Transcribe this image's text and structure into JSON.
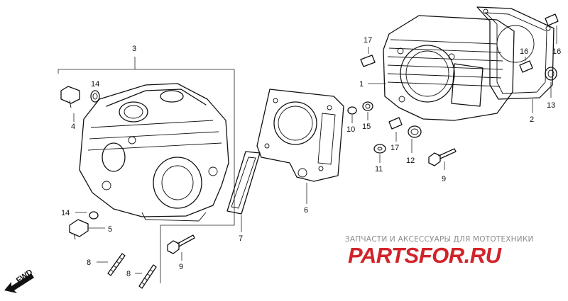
{
  "callouts": {
    "c1": "1",
    "c2": "2",
    "c3": "3",
    "c4": "4",
    "c5": "5",
    "c6": "6",
    "c7": "7",
    "c8a": "8",
    "c8b": "8",
    "c9a": "9",
    "c9b": "9",
    "c10": "10",
    "c11": "11",
    "c12": "12",
    "c13": "13",
    "c14a": "14",
    "c14b": "14",
    "c15": "15",
    "c16a": "16",
    "c16b": "16",
    "c17a": "17",
    "c17b": "17"
  },
  "fwd_label": "FWD",
  "watermark": {
    "tagline": "ЗАПЧАСТИ И АКСЕССУАРЫ ДЛЯ МОТОТЕХНИКИ",
    "logo": "PARTSFOR.RU"
  },
  "colors": {
    "line": "#111111",
    "watermark_red": "#d2232a",
    "watermark_gray": "#8c8c8c"
  }
}
